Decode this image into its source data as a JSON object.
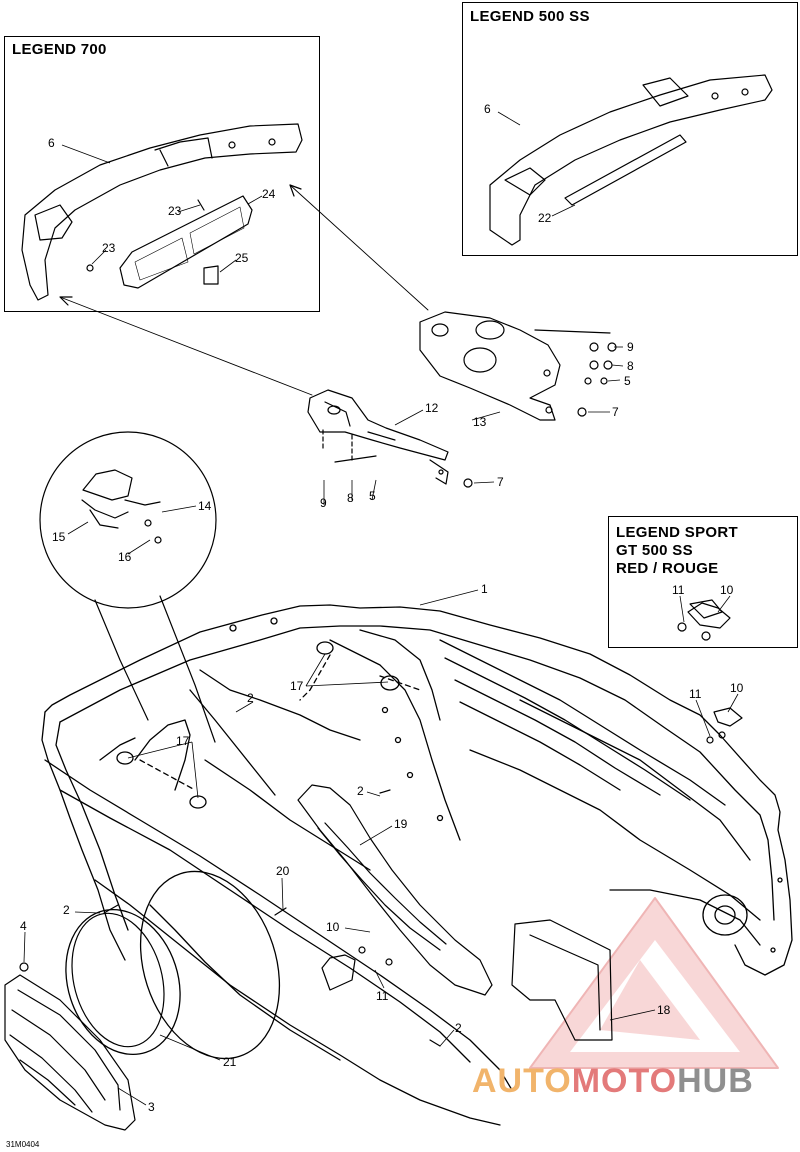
{
  "legend_boxes": {
    "legend_700": "LEGEND 700",
    "legend_500ss": "LEGEND 500 SS",
    "legend_sport": [
      "LEGEND SPORT",
      "GT 500 SS",
      "RED / ROUGE"
    ]
  },
  "callouts": {
    "c1": "1",
    "c2a": "2",
    "c2b": "2",
    "c2c": "2",
    "c2d": "2",
    "c3": "3",
    "c4": "4",
    "c5a": "5",
    "c5b": "5",
    "c6a": "6",
    "c6b": "6",
    "c7a": "7",
    "c7b": "7",
    "c8a": "8",
    "c8b": "8",
    "c9a": "9",
    "c9b": "9",
    "c10a": "10",
    "c10b": "10",
    "c10c": "10",
    "c11a": "11",
    "c11b": "11",
    "c11c": "11",
    "c12": "12",
    "c13": "13",
    "c14": "14",
    "c15": "15",
    "c16": "16",
    "c17a": "17",
    "c17b": "17",
    "c18": "18",
    "c19": "19",
    "c20": "20",
    "c21": "21",
    "c22": "22",
    "c23a": "23",
    "c23b": "23",
    "c24": "24",
    "c25": "25"
  },
  "drawing_code": "31M0404",
  "watermark": {
    "part1": "AUTO",
    "part2": "MOTO",
    "part3": "HUB"
  },
  "colors": {
    "line": "#000000",
    "wm_orange": "#f1b46b",
    "wm_red": "#e37a7a",
    "wm_gray": "#8f8f8f"
  }
}
